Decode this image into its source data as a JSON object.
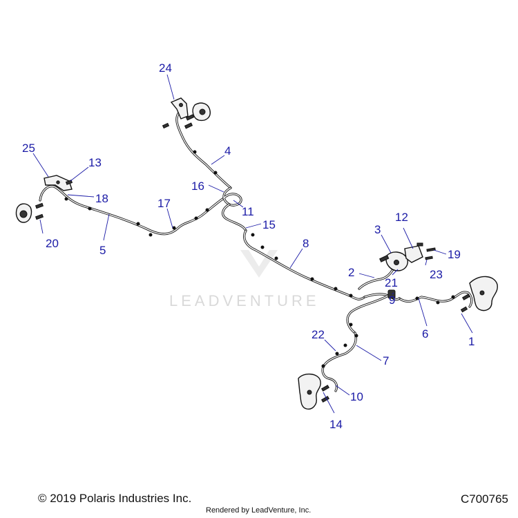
{
  "diagram": {
    "watermark": "LEADVENTURE",
    "callouts": [
      "1",
      "2",
      "3",
      "4",
      "5",
      "6",
      "7",
      "8",
      "9",
      "10",
      "11",
      "12",
      "13",
      "14",
      "15",
      "16",
      "17",
      "18",
      "19",
      "20",
      "21",
      "22",
      "23",
      "24",
      "25"
    ]
  },
  "footer": {
    "copyright": "© 2019 Polaris Industries Inc.",
    "rendered_by": "Rendered by LeadVenture, Inc.",
    "diagram_code": "C700765"
  },
  "colors": {
    "callout": "#1a1aa6",
    "line": "#111111",
    "watermark": "#d9d9d9"
  }
}
